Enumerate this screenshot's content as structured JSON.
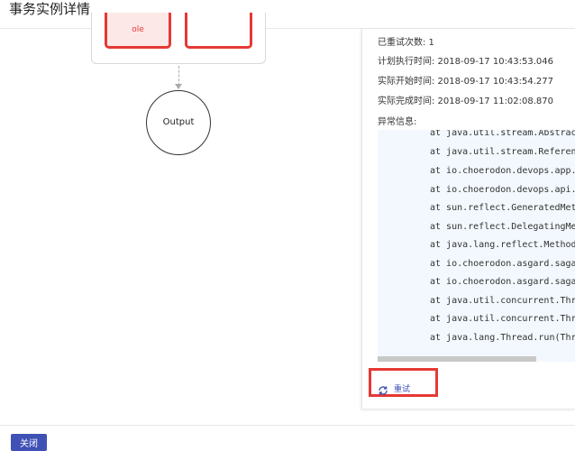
{
  "header": {
    "title": "事务实例详情"
  },
  "flow": {
    "node_left_label": "ole",
    "output_label": "Output"
  },
  "detail": {
    "retry_count": "已重试次数: 1",
    "planned_time": "计划执行时间: 2018-09-17 10:43:53.046",
    "start_time": "实际开始时间: 2018-09-17 10:43:54.277",
    "end_time": "实际完成时间: 2018-09-17 11:02:08.870",
    "error_label": "异常信息:",
    "trace": [
      "at java.util.stream.AbstractP",
      "at java.util.stream.Reference",
      "at io.choerodon.devops.app.se",
      "at io.choerodon.devops.api.ev",
      "at sun.reflect.GeneratedMetho",
      "at sun.reflect.DelegatingMeth",
      "at java.lang.reflect.Method.i",
      "at io.choerodon.asgard.saga.S",
      "at io.choerodon.asgard.saga.S",
      "at java.util.concurrent.Threa",
      "at java.util.concurrent.Threa",
      "at java.lang.Thread.run(Threa"
    ]
  },
  "actions": {
    "retry_label": "重试",
    "retry_icon": "refresh-icon",
    "close_label": "关闭"
  },
  "colors": {
    "accent": "#3f51b5",
    "highlight": "#e53935",
    "error_bg": "#f2f8fd"
  }
}
